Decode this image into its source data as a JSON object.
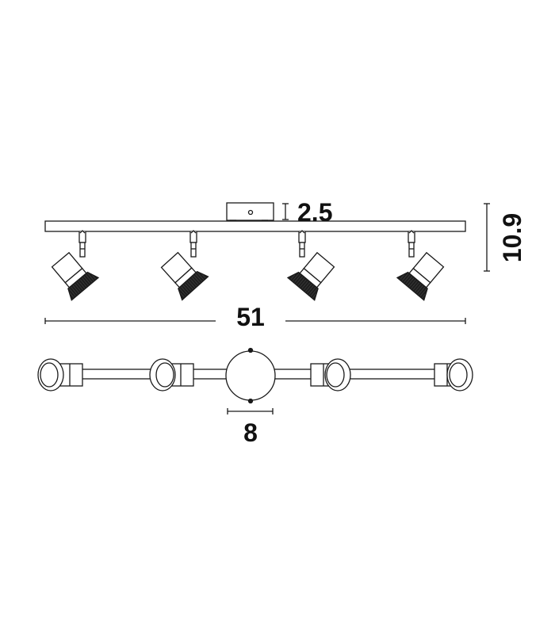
{
  "dimensions": {
    "canopy_height": "2.5",
    "total_height": "10.9",
    "total_length": "51",
    "canopy_diameter": "8"
  },
  "colors": {
    "line": "#1a1a1a",
    "spot_face": "#2a2a2a",
    "background": "#ffffff"
  }
}
